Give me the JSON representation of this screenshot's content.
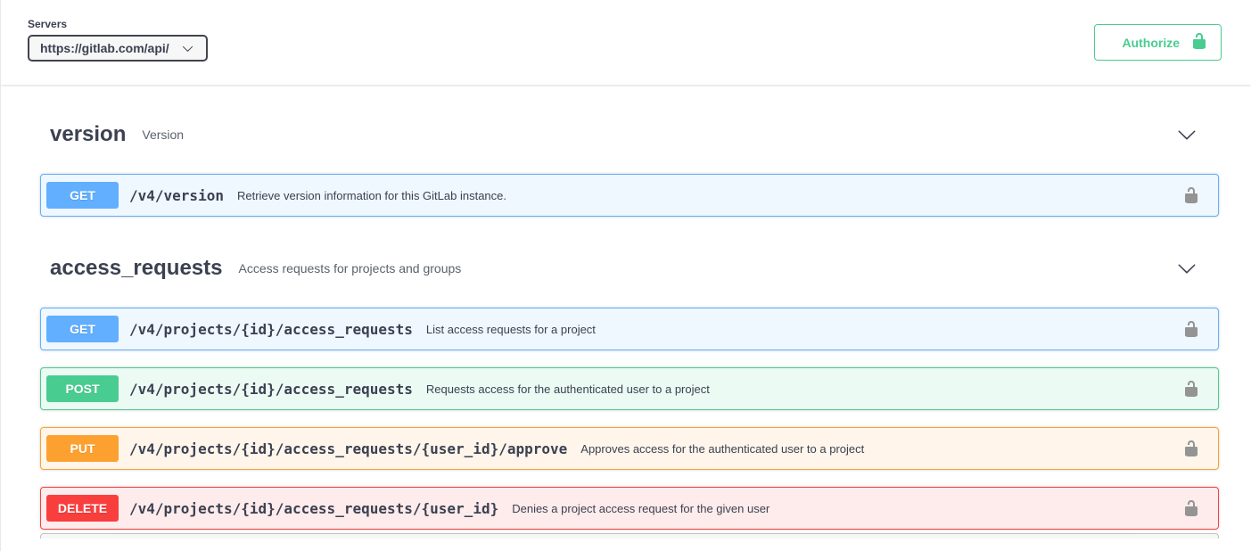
{
  "servers": {
    "label": "Servers",
    "selected": "https://gitlab.com/api/"
  },
  "authorize": {
    "label": "Authorize"
  },
  "icons": {
    "authorize_lock": "unlocked-padlock-icon",
    "row_lock": "unlocked-padlock-icon",
    "section_toggle": "chevron-down-icon",
    "server_select": "chevron-down-icon"
  },
  "colors": {
    "get": "#61affe",
    "post": "#49cc90",
    "put": "#fca130",
    "delete": "#f93e3e",
    "authorize": "#49cc90",
    "lock_gray": "#949494",
    "text": "#3b4151"
  },
  "sections": [
    {
      "name": "version",
      "description": "Version",
      "operations": [
        {
          "method": "GET",
          "path": "/v4/version",
          "summary": "Retrieve version information for this GitLab instance."
        }
      ]
    },
    {
      "name": "access_requests",
      "description": "Access requests for projects and groups",
      "operations": [
        {
          "method": "GET",
          "path": "/v4/projects/{id}/access_requests",
          "summary": "List access requests for a project"
        },
        {
          "method": "POST",
          "path": "/v4/projects/{id}/access_requests",
          "summary": "Requests access for the authenticated user to a project"
        },
        {
          "method": "PUT",
          "path": "/v4/projects/{id}/access_requests/{user_id}/approve",
          "summary": "Approves access for the authenticated user to a project"
        },
        {
          "method": "DELETE",
          "path": "/v4/projects/{id}/access_requests/{user_id}",
          "summary": "Denies a project access request for the given user"
        }
      ]
    }
  ]
}
